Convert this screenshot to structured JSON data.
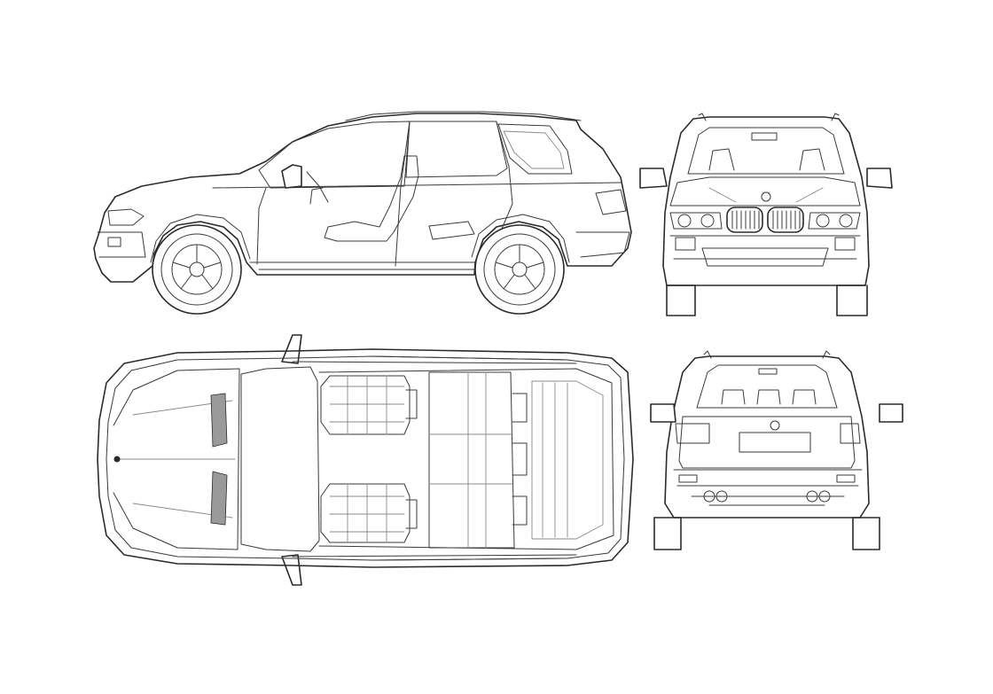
{
  "diagram": {
    "subject": "suv-blueprint",
    "views": [
      {
        "id": "side",
        "label": ""
      },
      {
        "id": "front",
        "label": ""
      },
      {
        "id": "top",
        "label": ""
      },
      {
        "id": "rear",
        "label": ""
      }
    ]
  },
  "colors": {
    "background": "#ffffff",
    "line": "#2b2b2b",
    "thin_line": "#8a8a8a"
  }
}
